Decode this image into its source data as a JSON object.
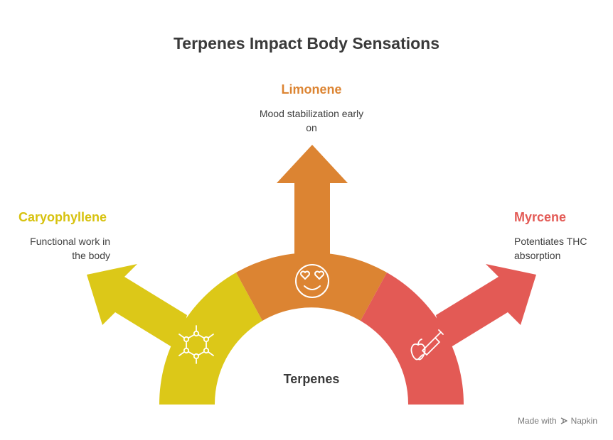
{
  "title": "Terpenes Impact Body Sensations",
  "center": {
    "label": "Terpenes"
  },
  "terpenes": [
    {
      "name": "Caryophyllene",
      "description": "Functional work in the body",
      "color": "#dcc818",
      "icon": "molecule-icon"
    },
    {
      "name": "Limonene",
      "description": "Mood stabilization early on",
      "color": "#dc8432",
      "icon": "heart-eyes-smiley-icon"
    },
    {
      "name": "Myrcene",
      "description": "Potentiates THC absorption",
      "color": "#e35a55",
      "icon": "apple-syringe-icon"
    }
  ],
  "footer": {
    "made_with": "Made with",
    "brand": "Napkin",
    "icon": "napkin-logo-icon"
  }
}
